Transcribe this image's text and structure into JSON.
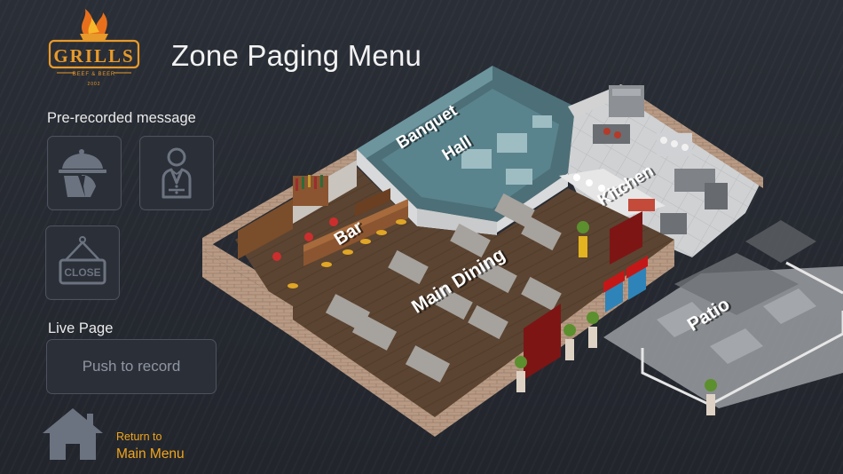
{
  "header": {
    "title": "Zone Paging Menu",
    "logo": {
      "brand": "GRILLS",
      "tagline": "BEEF & BEER",
      "year": "2002"
    }
  },
  "prerecorded": {
    "label": "Pre-recorded message",
    "tiles": [
      {
        "icon": "server-cloche-icon"
      },
      {
        "icon": "waiter-icon"
      },
      {
        "icon": "closed-sign-icon",
        "sign_text": "CLOSE"
      }
    ]
  },
  "live_page": {
    "label": "Live Page",
    "button": "Push to record"
  },
  "footer": {
    "return_line1": "Return to",
    "return_line2": "Main Menu"
  },
  "zones": {
    "banquet_line1": "Banquet",
    "banquet_line2": "Hall",
    "bar": "Bar",
    "kitchen": "Kitchen",
    "main_dining": "Main Dining",
    "patio": "Patio"
  },
  "colors": {
    "accent": "#f2a51a",
    "background": "#262930",
    "tile_border": "#4c525d"
  }
}
